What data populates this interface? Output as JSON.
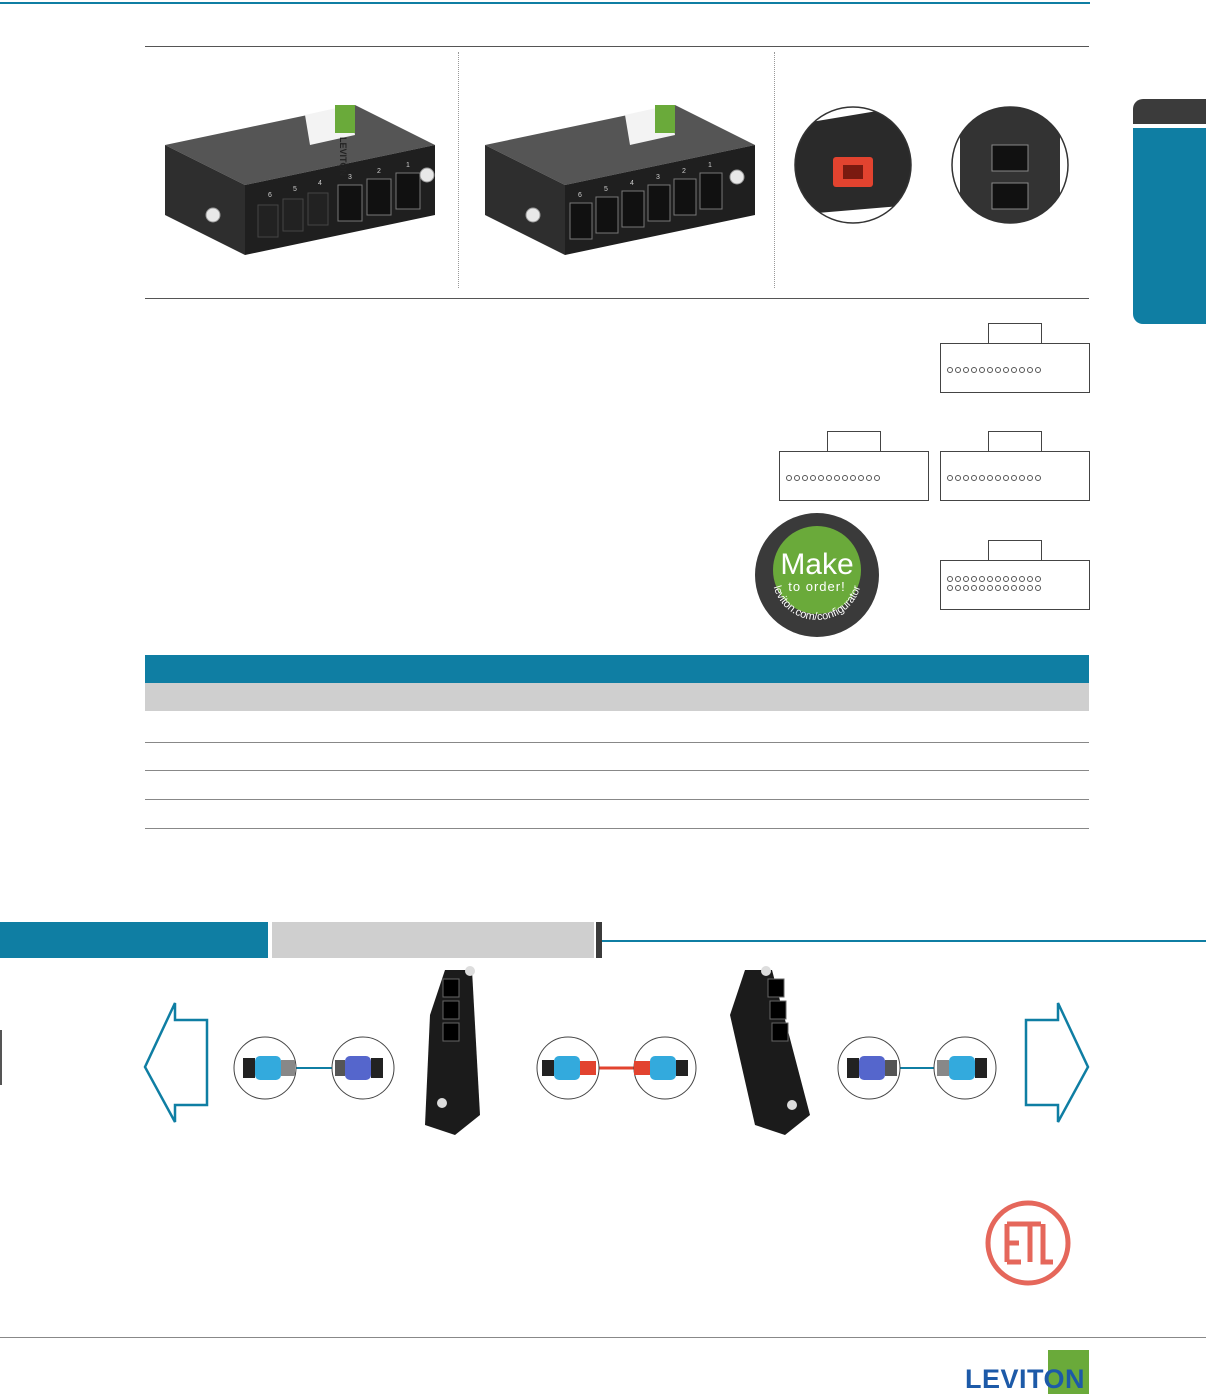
{
  "sidebar": {
    "tab_color": "#0f7ea3",
    "tab_dark_color": "#3b3b3b"
  },
  "product_photos": [
    {
      "port_labels": [
        "1",
        "2",
        "3",
        "4",
        "5",
        "6"
      ]
    },
    {
      "port_labels": [
        "1",
        "2",
        "3",
        "4",
        "5",
        "6"
      ]
    }
  ],
  "module_label": {
    "brand": "LEVITON"
  },
  "badge": {
    "big": "Make",
    "small": "to order!",
    "url": "leviton.com/configurator"
  },
  "footer_logo": {
    "brand": "LEVITON",
    "accent": "#6aaa3a",
    "text_color": "#1d5aa8"
  },
  "colors": {
    "accent": "#0f7ea3",
    "band_gray": "#cfcfcf",
    "etl_red": "#e5675b"
  }
}
